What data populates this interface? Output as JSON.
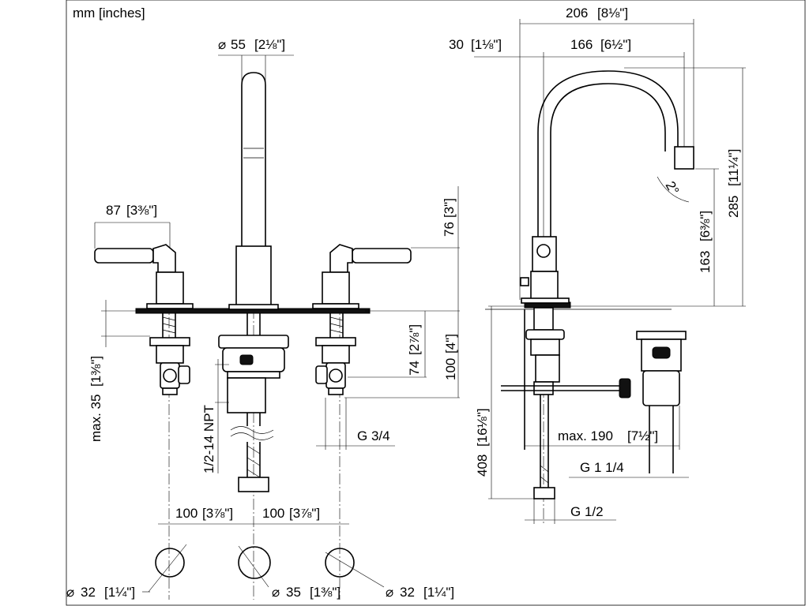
{
  "units_note": "mm [inches]",
  "colors": {
    "line": "#000000",
    "background": "#ffffff"
  },
  "dimensions": {
    "spout_diameter": {
      "mm": "55",
      "in": "2⅛\""
    },
    "handle_reach": {
      "mm": "87",
      "in": "3⅜\""
    },
    "handle_height": {
      "mm": "76",
      "in": "3\""
    },
    "deck_to_connection": {
      "mm": "74",
      "in": "2⅞\""
    },
    "shank_length": {
      "mm": "100",
      "in": "4\""
    },
    "max_deck_thickness": {
      "mm": "max. 35",
      "in": "1⅜\""
    },
    "spout_thread": "1/2-14 NPT",
    "valve_thread": "G 3/4",
    "spacing_left": {
      "mm": "100",
      "in": "3⅞\""
    },
    "spacing_right": {
      "mm": "100",
      "in": "3⅞\""
    },
    "hole_left": {
      "mm": "32",
      "in": "1¼\""
    },
    "hole_center": {
      "mm": "35",
      "in": "1⅜\""
    },
    "hole_right": {
      "mm": "32",
      "in": "1¼\""
    },
    "spout_total_reach": {
      "mm": "206",
      "in": "8⅛\""
    },
    "spout_offset": {
      "mm": "30",
      "in": "1⅛\""
    },
    "spout_reach": {
      "mm": "166",
      "in": "6½\""
    },
    "spout_total_height": {
      "mm": "285",
      "in": "11¼\""
    },
    "spout_outlet_height": {
      "mm": "163",
      "in": "6⅜\""
    },
    "outlet_angle": "2°",
    "drain_rod_reach": {
      "mm": "max. 190",
      "in": "7½\""
    },
    "drain_thread": "G 1 1/4",
    "supply_thread": "G 1/2",
    "overall_height": {
      "mm": "408",
      "in": "16⅛\""
    }
  }
}
